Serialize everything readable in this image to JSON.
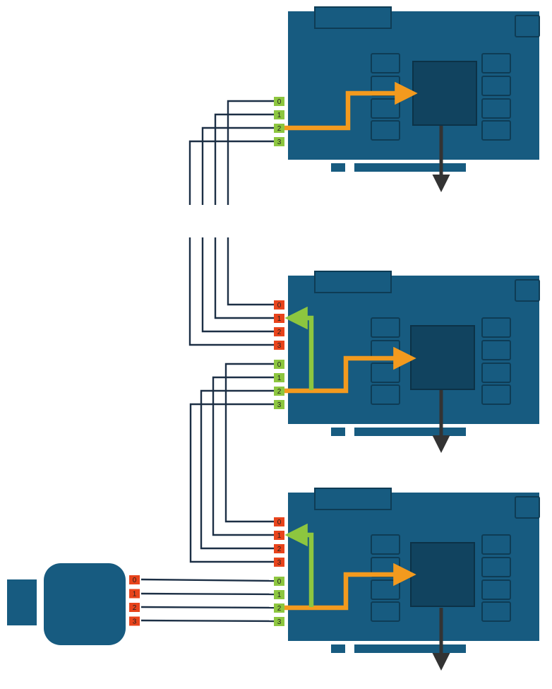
{
  "colors": {
    "board": "#175b80",
    "board_dark": "#104a69",
    "board_outline": "#0e3c55",
    "chip": "#11435f",
    "wire": "#1c2f45",
    "port_green": "#8dc63f",
    "port_red": "#e8441c",
    "path_orange": "#f39a1e",
    "path_green": "#8dc63f",
    "arrow_dark": "#333333",
    "port_text": "#1f1f1f",
    "port_text_light": "#ffffff"
  },
  "icons": [
    "network-card-icon",
    "usb-hub-icon",
    "arrow-icon"
  ],
  "boards": [
    {
      "id": "top-board",
      "input_ports": [],
      "output_ports": [
        "0",
        "1",
        "2",
        "3"
      ]
    },
    {
      "id": "middle-board",
      "input_ports": [
        "0",
        "1",
        "2",
        "3"
      ],
      "output_ports": [
        "0",
        "1",
        "2",
        "3"
      ]
    },
    {
      "id": "bottom-board",
      "input_ports": [
        "0",
        "1",
        "2",
        "3"
      ],
      "output_ports": [
        "0",
        "1",
        "2",
        "3"
      ]
    }
  ],
  "hub": {
    "ports": [
      "0",
      "1",
      "2",
      "3"
    ]
  }
}
